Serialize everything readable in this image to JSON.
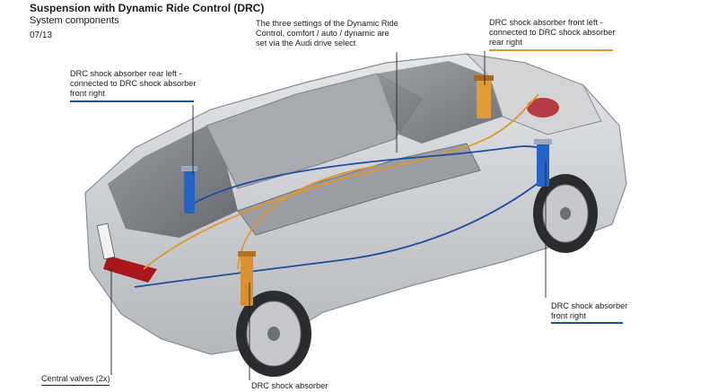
{
  "header": {
    "title": "Suspension with Dynamic Ride Control (DRC)",
    "subtitle": "System components",
    "date": "07/13"
  },
  "callouts": {
    "settings": [
      "The three settings of the Dynamic Ride",
      "Control, comfort / auto / dynamic are",
      "set via the Audi drive select"
    ],
    "front_left": [
      "DRC shock absorber front left -",
      "connected to DRC shock absorber",
      "rear right"
    ],
    "rear_left": [
      "DRC shock absorber rear left -",
      "connected to DRC shock absorber",
      "front right"
    ],
    "front_right": [
      "DRC shock absorber",
      "front right"
    ],
    "central_valves": "Central valves (2x)",
    "rear_shock": "DRC shock absorber"
  },
  "colors": {
    "blue_line": "#1c4f9c",
    "orange_line": "#e0962a",
    "car_body": "#c9cbce"
  }
}
